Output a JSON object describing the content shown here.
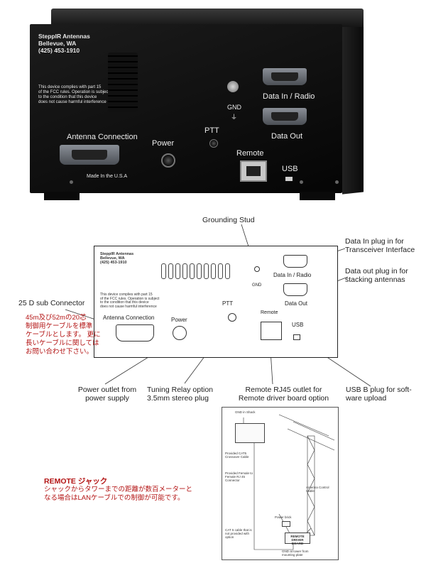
{
  "photo": {
    "company_lines": [
      "SteppIR Antennas",
      "Bellevue,  WA",
      "(425) 453-1910"
    ],
    "fcc_lines": [
      "This device complies with part 15",
      "of the FCC rules.  Operation is subject",
      "to the condition that this device",
      "does not cause harmful interference"
    ],
    "labels": {
      "antenna_connection": "Antenna Connection",
      "power": "Power",
      "ptt": "PTT",
      "gnd": "GND",
      "data_in_radio": "Data In / Radio",
      "data_out": "Data Out",
      "remote": "Remote",
      "usb": "USB",
      "made_in": "Made In the U.S.A"
    }
  },
  "diagram": {
    "company_lines": [
      "SteppIR Antennas",
      "Bellevue,  WA",
      "(425) 453-1910"
    ],
    "fcc_lines": [
      "This device complies with part 15",
      "of the FCC rules.  Operation is subject",
      "to the condition that this device",
      "does not cause harmful interference"
    ],
    "labels": {
      "antenna_connection": "Antenna Connection",
      "power": "Power",
      "ptt": "PTT",
      "gnd": "GND",
      "data_in_radio": "Data In / Radio",
      "data_out": "Data Out",
      "remote": "Remote",
      "usb": "USB"
    }
  },
  "callouts": {
    "grounding_stud": "Grounding Stud",
    "data_in": [
      "Data In plug in for",
      "Transceiver Interface"
    ],
    "data_out": [
      "Data out plug in for",
      "stacking antennas"
    ],
    "dsub": "25 D sub Connector",
    "power_outlet": [
      "Power outlet from",
      "power supply"
    ],
    "tuning_relay": [
      "Tuning Relay option",
      "3.5mm stereo plug"
    ],
    "remote_rj45": [
      "Remote RJ45 outlet for",
      "Remote driver board option"
    ],
    "usb_b": [
      "USB B plug for soft-",
      "ware upload"
    ]
  },
  "japanese": {
    "cable_note": [
      "45m及び52mの20芯",
      "制御用ケーブルを標準",
      "ケーブルとします。 更に",
      "長いケーブルに関しては",
      "お問い合わせ下さい。"
    ],
    "remote_title": "REMOTE ジャック",
    "remote_note": [
      "シャックからタワーまでの距離が数百メーターと",
      "なる場合はLANケーブルでの制御が可能です。"
    ]
  },
  "remote_diagram": {
    "labels": {
      "gnd_shack": "GND in Shack",
      "cat5_crossover": "Provided CAT5 Crossover Cable",
      "female_rj45": "Provided Female to Female RJ 45 Connector",
      "cat5_not_provided": "CAT 5 cable that is not provided with option",
      "power_brick": "Power brick",
      "antenna_cable": "Antenna Control Cable",
      "driver_board": "REMOTE DRIVER BOARD",
      "gnd_tower": "GND at tower from mounting plate"
    }
  },
  "colors": {
    "callout_red": "#b31313",
    "device_black": "#0b0b0b"
  }
}
